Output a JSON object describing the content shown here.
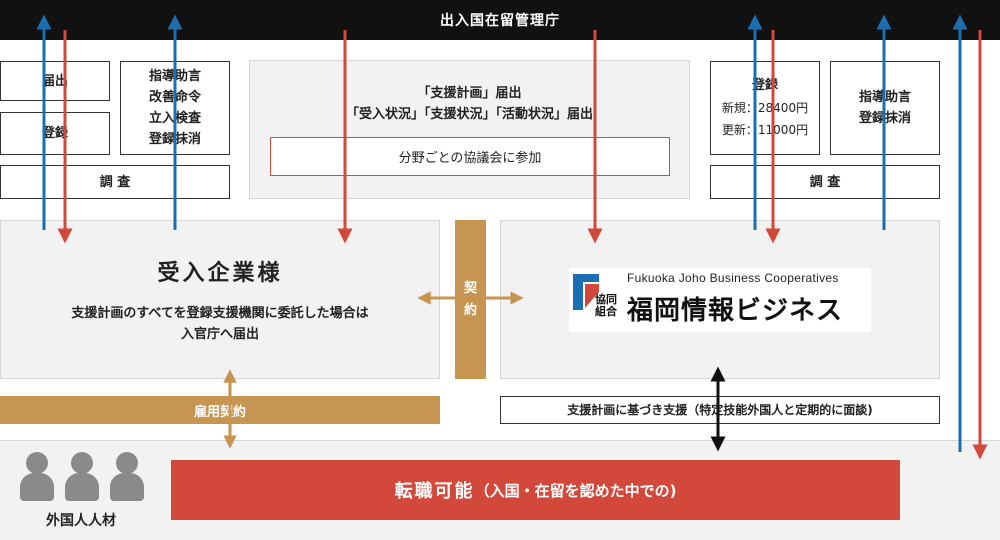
{
  "agency": "出入国在留管理庁",
  "left_boxes": {
    "notify": "届出",
    "register": "登録",
    "guidance": [
      "指導助言",
      "改善命令",
      "立入検査",
      "登録抹消"
    ],
    "investigate": "調 査"
  },
  "center_panel": {
    "line1": "「支援計画」届出",
    "line2": "「受入状況」「支援状況」「活動状況」届出",
    "council": "分野ごとの協議会に参加"
  },
  "right_boxes": {
    "register_title": "登録",
    "fee_new": "新規：28400円",
    "fee_renew": "更新：11000円",
    "guidance": [
      "指導助言",
      "登録抹消"
    ],
    "investigate": "調 査"
  },
  "company": {
    "title": "受入企業様",
    "desc1": "支援計画のすべてを登録支援機関に委託した場合は",
    "desc2": "入官庁へ届出"
  },
  "contract": [
    "契",
    "約"
  ],
  "logo": {
    "english": "Fukuoka  Joho  Business  Cooperatives",
    "badge_top": "協同",
    "badge_bottom": "組合",
    "name": "福岡情報ビジネス"
  },
  "employment_contract": "雇用契約",
  "support_note": "支援計画に基づき支援（特定技能外国人と定期的に面談)",
  "job_change": {
    "main": "転職可能",
    "sub": "（入国・在留を認めた中での)"
  },
  "talent_label": "外国人人材",
  "colors": {
    "blue": "#1b6fb0",
    "red": "#d2483a",
    "gold": "#c69552",
    "dark": "#111111",
    "panel": "#f2f2f2"
  }
}
